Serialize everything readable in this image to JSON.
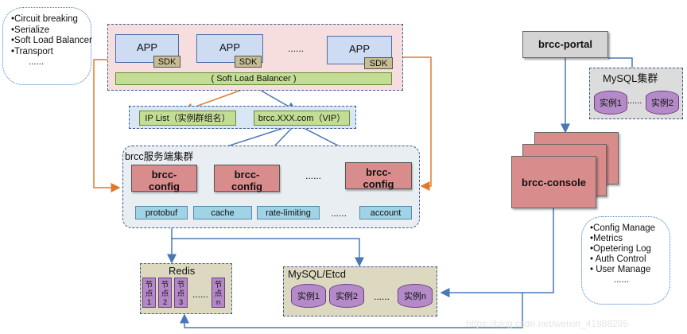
{
  "client_features": [
    "•Circuit breaking",
    "•Serialize",
    "•Soft Load Balancer",
    "•Transport",
    "......"
  ],
  "app_block": {
    "apps": [
      {
        "app": "APP",
        "sdk": "SDK"
      },
      {
        "app": "APP",
        "sdk": "SDK"
      },
      {
        "app": "APP",
        "sdk": "SDK"
      }
    ],
    "ellipsis": "......",
    "balancer": "( Soft Load Balancer )"
  },
  "vip_block": {
    "ip_list": "IP List（实例群组名）",
    "vip": "brcc.XXX.com（VIP）"
  },
  "server_cluster": {
    "title": "brcc服务端集群",
    "configs": [
      "brcc-\nconfig",
      "brcc-\nconfig",
      "brcc-\nconfig"
    ],
    "ellipsis": "......",
    "modules": [
      "protobuf",
      "cache",
      "rate-limiting",
      "......",
      "account"
    ]
  },
  "redis": {
    "title": "Redis",
    "nodes": [
      "节\n点\n1",
      "节\n点\n2",
      "节\n点\n3",
      "节\n点\nn"
    ],
    "ellipsis": "......"
  },
  "mysql_etcd": {
    "title": "MySQL/Etcd",
    "instances": [
      "实例1",
      "实例2",
      "实例n"
    ],
    "ellipsis": "......"
  },
  "portal": {
    "label": "brcc-portal",
    "db_title": "MySQL集群",
    "db_instances": [
      "实例1",
      "实例2"
    ],
    "db_ellipsis": "......"
  },
  "console": {
    "label": "brcc-console",
    "features": [
      "•Config Manage",
      "•Metrics",
      "•Opetering Log",
      "• Auth Control",
      "• User Manage",
      "......"
    ]
  },
  "watermark": "https://blog.csdn.net/weixin_41888295",
  "colors": {
    "arrow_blue": "#4a78b5",
    "arrow_orange": "#e07a2a",
    "config_red": "#d98c8c",
    "app_block_bg": "#f6dede"
  }
}
